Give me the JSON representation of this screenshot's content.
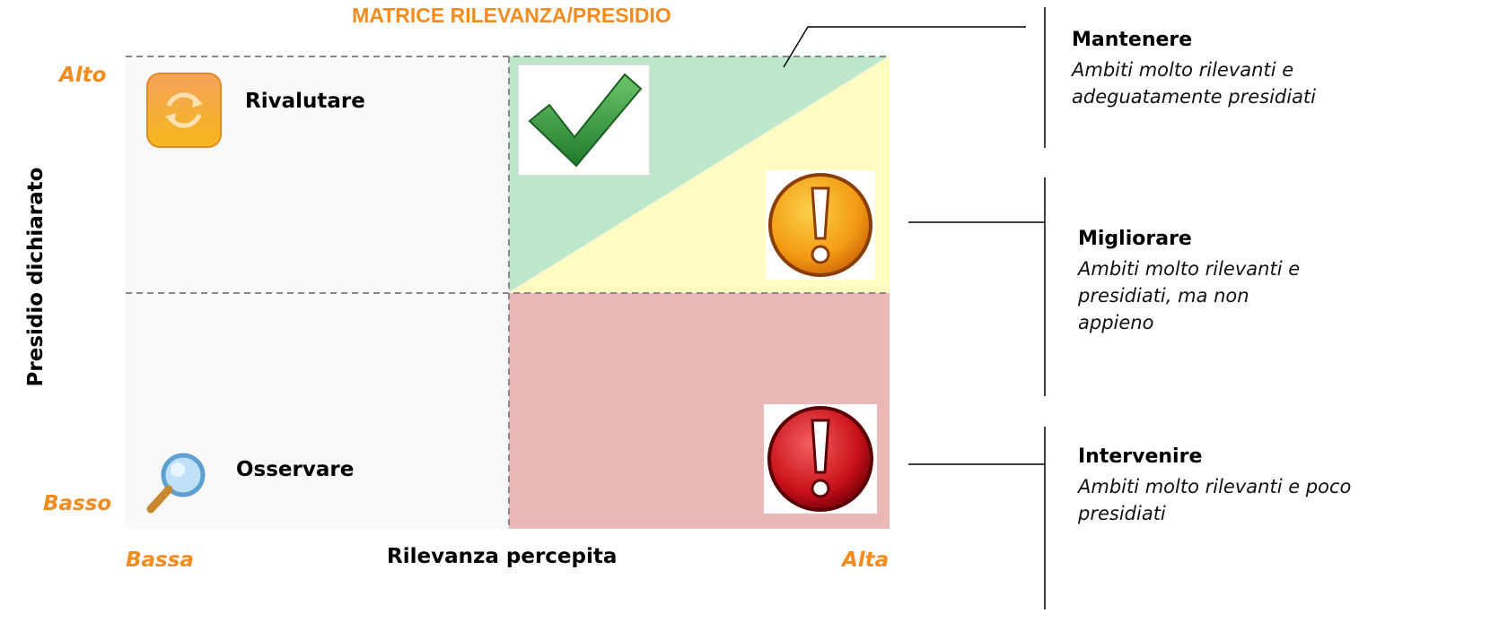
{
  "title": "MATRICE RILEVANZA/PRESIDIO",
  "y_axis": {
    "label": "Presidio dichiarato",
    "high": "Alto",
    "low": "Basso"
  },
  "x_axis": {
    "label": "Rilevanza percepita",
    "low": "Bassa",
    "high": "Alta"
  },
  "quadrants": {
    "top_left": {
      "label": "Rivalutare",
      "icon": "refresh-icon"
    },
    "bottom_left": {
      "label": "Osservare",
      "icon": "magnifier-icon"
    },
    "top_right_upper": {
      "icon": "check-icon"
    },
    "top_right_lower": {
      "icon": "exclamation-orange-icon"
    },
    "bottom_right": {
      "icon": "exclamation-red-icon"
    }
  },
  "legend": [
    {
      "title": "Mantenere",
      "desc": [
        "Ambiti molto rilevanti e",
        "adeguatamente presidiati"
      ]
    },
    {
      "title": "Migliorare",
      "desc": [
        "Ambiti molto rilevanti e",
        "presidiati, ma non",
        "appieno"
      ]
    },
    {
      "title": "Intervenire",
      "desc": [
        "Ambiti molto rilevanti e poco",
        "presidiati"
      ]
    }
  ],
  "colors": {
    "accent": "#f28c1e",
    "green_zone": "#bde8cc",
    "yellow_zone": "#fefcc0",
    "red_zone": "#ebb8b8",
    "neutral_zone": "#f9f9f9"
  }
}
